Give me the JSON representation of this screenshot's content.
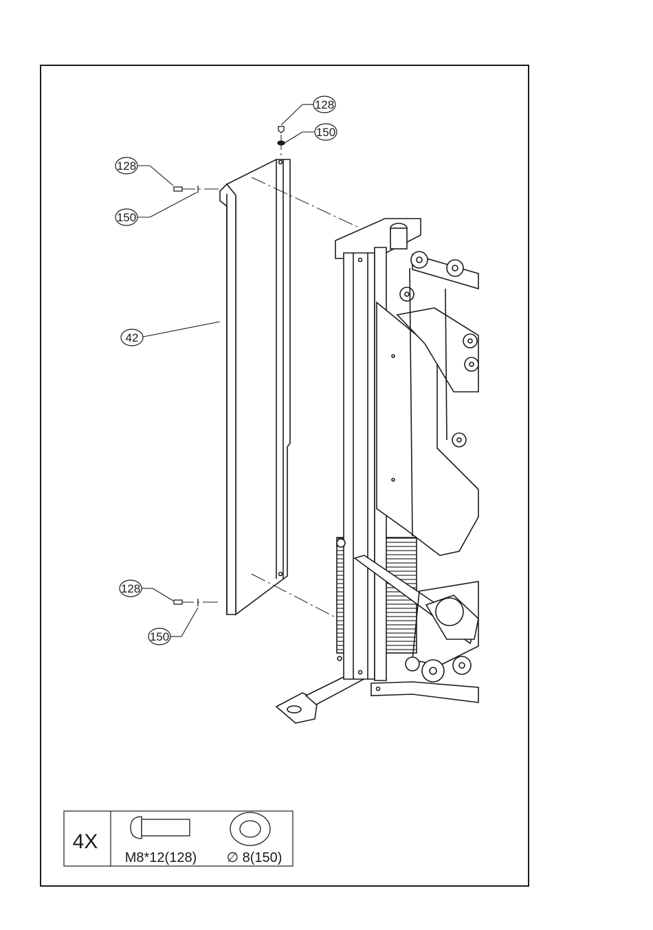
{
  "callouts": {
    "top_bolt": "128",
    "top_washer": "150",
    "upper_bolt": "128",
    "upper_washer": "150",
    "shroud": "42",
    "lower_bolt": "128",
    "lower_washer": "150"
  },
  "hardware": {
    "quantity": "4X",
    "bolt_label": "M8*12(128)",
    "washer_label": "∅ 8(150)"
  }
}
